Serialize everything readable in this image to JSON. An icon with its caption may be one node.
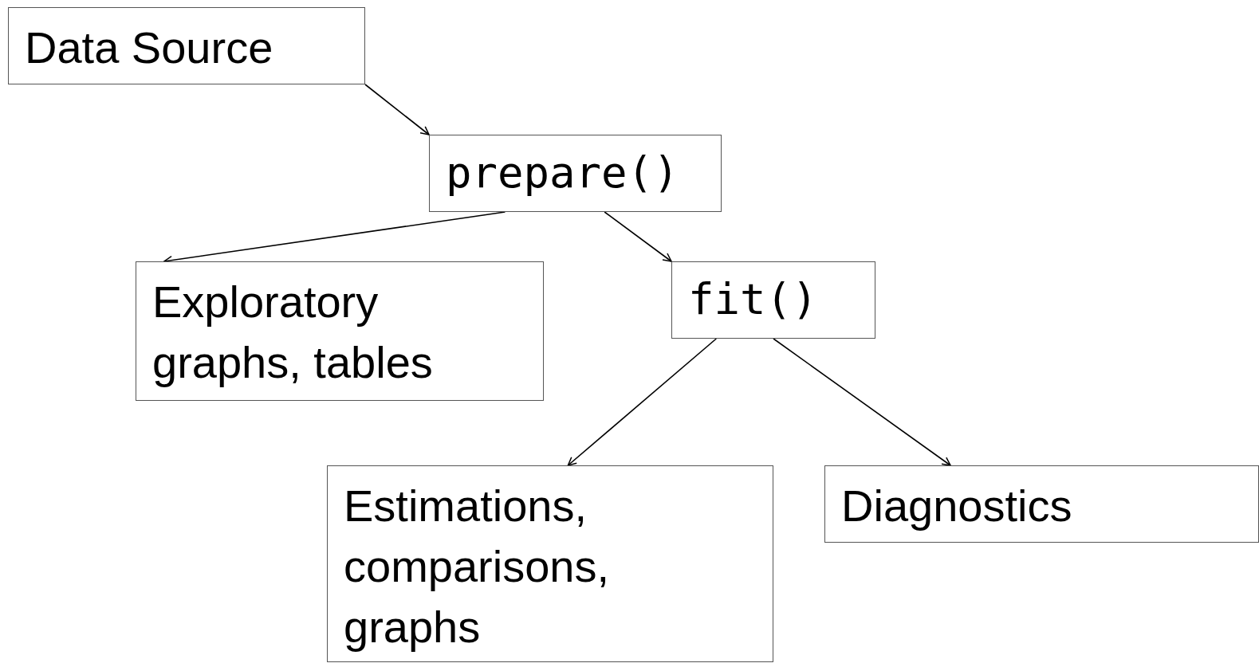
{
  "diagram": {
    "nodes": [
      {
        "text": [
          "Data Source"
        ]
      },
      {
        "text": [
          "prepare()"
        ]
      },
      {
        "text": [
          "Exploratory graphs, tables"
        ]
      },
      {
        "text": [
          "fit()"
        ]
      },
      {
        "text": [
          "Estimations, comparisons, graphs"
        ]
      },
      {
        "text": [
          "Diagnostics"
        ]
      }
    ],
    "edges": [
      {
        "from": 0,
        "to": 1,
        "arrow": "to"
      },
      {
        "from": 1,
        "to": 2,
        "arrow": "to"
      },
      {
        "from": 1,
        "to": 3,
        "arrow": "to"
      },
      {
        "from": 3,
        "to": 4,
        "arrow": "to"
      },
      {
        "from": 3,
        "to": 5,
        "arrow": "to"
      }
    ]
  }
}
